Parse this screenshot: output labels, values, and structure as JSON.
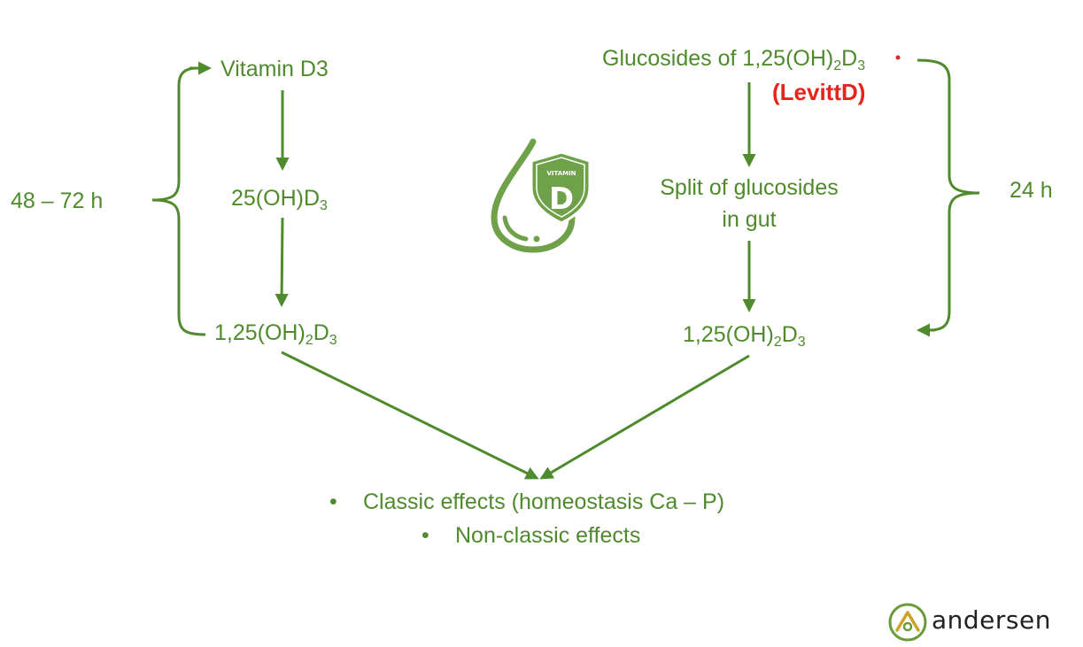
{
  "left": {
    "time": "48 – 72 h",
    "step1": "Vitamin D3",
    "step2_main": "25(OH)D",
    "step2_sub": "3",
    "step3_a": "1,25(OH)",
    "step3_sub1": "2",
    "step3_b": "D",
    "step3_sub2": "3"
  },
  "right": {
    "time": "24 h",
    "step1_a": "Glucosides of 1,25(OH)",
    "step1_sub1": "2",
    "step1_b": "D",
    "step1_sub2": "3",
    "step1_brand": "(LevittD)",
    "step2_line1": "Split of glucosides",
    "step2_line2": "in gut",
    "step3_a": "1,25(OH)",
    "step3_sub1": "2",
    "step3_b": "D",
    "step3_sub2": "3"
  },
  "effects": {
    "item1": "Classic effects (homeostasis Ca – P)",
    "item2": "Non-classic effects",
    "bullet": "•"
  },
  "icon": {
    "shield_top": "VITAMIN",
    "shield_letter": "D"
  },
  "logo": {
    "text": "andersen"
  },
  "colors": {
    "green": "#4f8a2c",
    "icon_green": "#6fa04a",
    "brand_red": "#e3261c"
  }
}
